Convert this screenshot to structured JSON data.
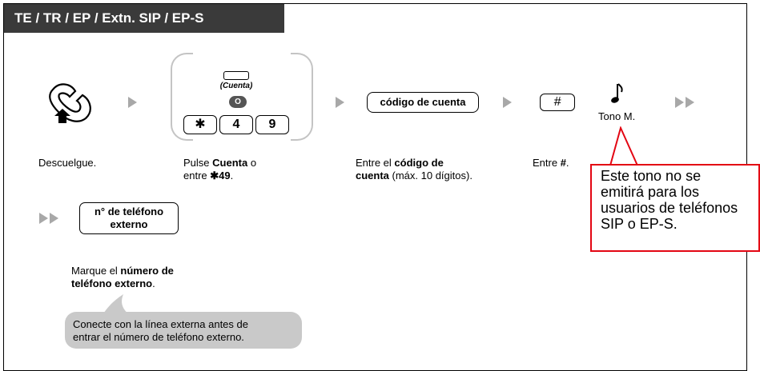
{
  "header": {
    "title": "TE / TR / EP / Extn. SIP / EP-S"
  },
  "step1": {
    "caption": "Descuelgue.",
    "icon": "off-hook-handset-icon"
  },
  "step2": {
    "button_label": "(Cuenta)",
    "button_sub": "O",
    "keys": [
      "✱",
      "4",
      "9"
    ],
    "caption": {
      "t1": "Pulse ",
      "b1": "Cuenta",
      "t2": " o",
      "t3": "entre ",
      "b2": "✱49",
      "t4": "."
    }
  },
  "step3": {
    "box_label": "código de cuenta",
    "caption": {
      "t1": "Entre el ",
      "b1": "código de",
      "b2": "cuenta",
      "t2": " (máx. 10 dígitos)."
    }
  },
  "step4": {
    "key": "#",
    "caption": {
      "t1": "Entre ",
      "b1": "#",
      "t2": "."
    }
  },
  "tone": {
    "label": "Tono M.",
    "icon": "music-note-icon"
  },
  "callout": {
    "lines": [
      "Este tono no se",
      "emitirá para los",
      "usuarios de teléfonos",
      "SIP o EP-S."
    ]
  },
  "step5": {
    "box_line1": "n° de teléfono",
    "box_line2": "externo",
    "caption": {
      "t1": "Marque el ",
      "b1": "número de",
      "b2": "teléfono externo",
      "t2": "."
    }
  },
  "note": {
    "lines": [
      "Conecte con la línea externa antes de",
      "entrar el número de teléfono externo."
    ]
  },
  "colors": {
    "title_bg": "#3a3a3a",
    "callout_border": "#e30613",
    "arrow": "#a8a8a8",
    "note_bg": "#c9c9c9"
  }
}
